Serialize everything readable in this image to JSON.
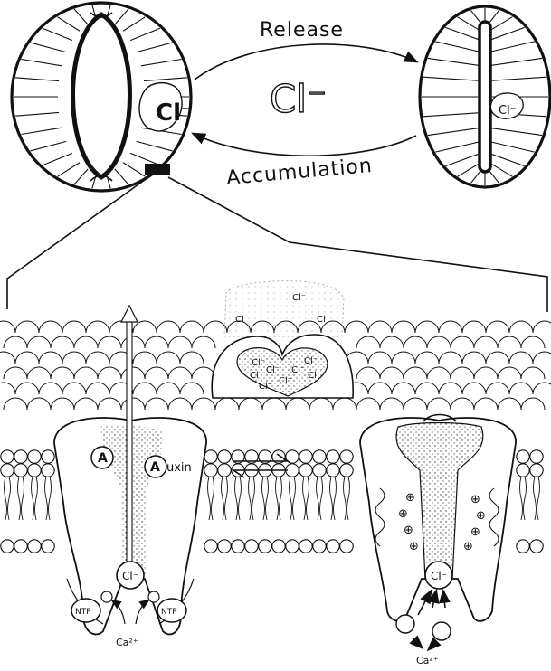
{
  "top": {
    "release_label": "Release",
    "accumulation_label": "Accumulation",
    "center_ion": "Cl⁻",
    "open_cell_ion": "Cl⁻",
    "closed_cell_ion": "Cl⁻"
  },
  "membrane": {
    "free_ions": [
      "Cl⁻",
      "Cl⁻",
      "Cl⁻"
    ],
    "heart_ions": [
      "Cl⁻",
      "Cl⁻",
      "Cl⁻",
      "Cl⁻",
      "Cl⁻",
      "Cl⁻",
      "Cl⁻",
      "Cl⁻"
    ]
  },
  "left_channel": {
    "site_a": "A",
    "auxin_a": "A",
    "auxin_rest": "uxin",
    "pore_ion": "Cl⁻",
    "ntp_left": "NTP",
    "ntp_right": "NTP",
    "calcium": "Ca²⁺"
  },
  "right_channel": {
    "pore_ion": "Cl⁻",
    "calcium": "Ca²⁺",
    "charge_symbol": "⊕"
  }
}
